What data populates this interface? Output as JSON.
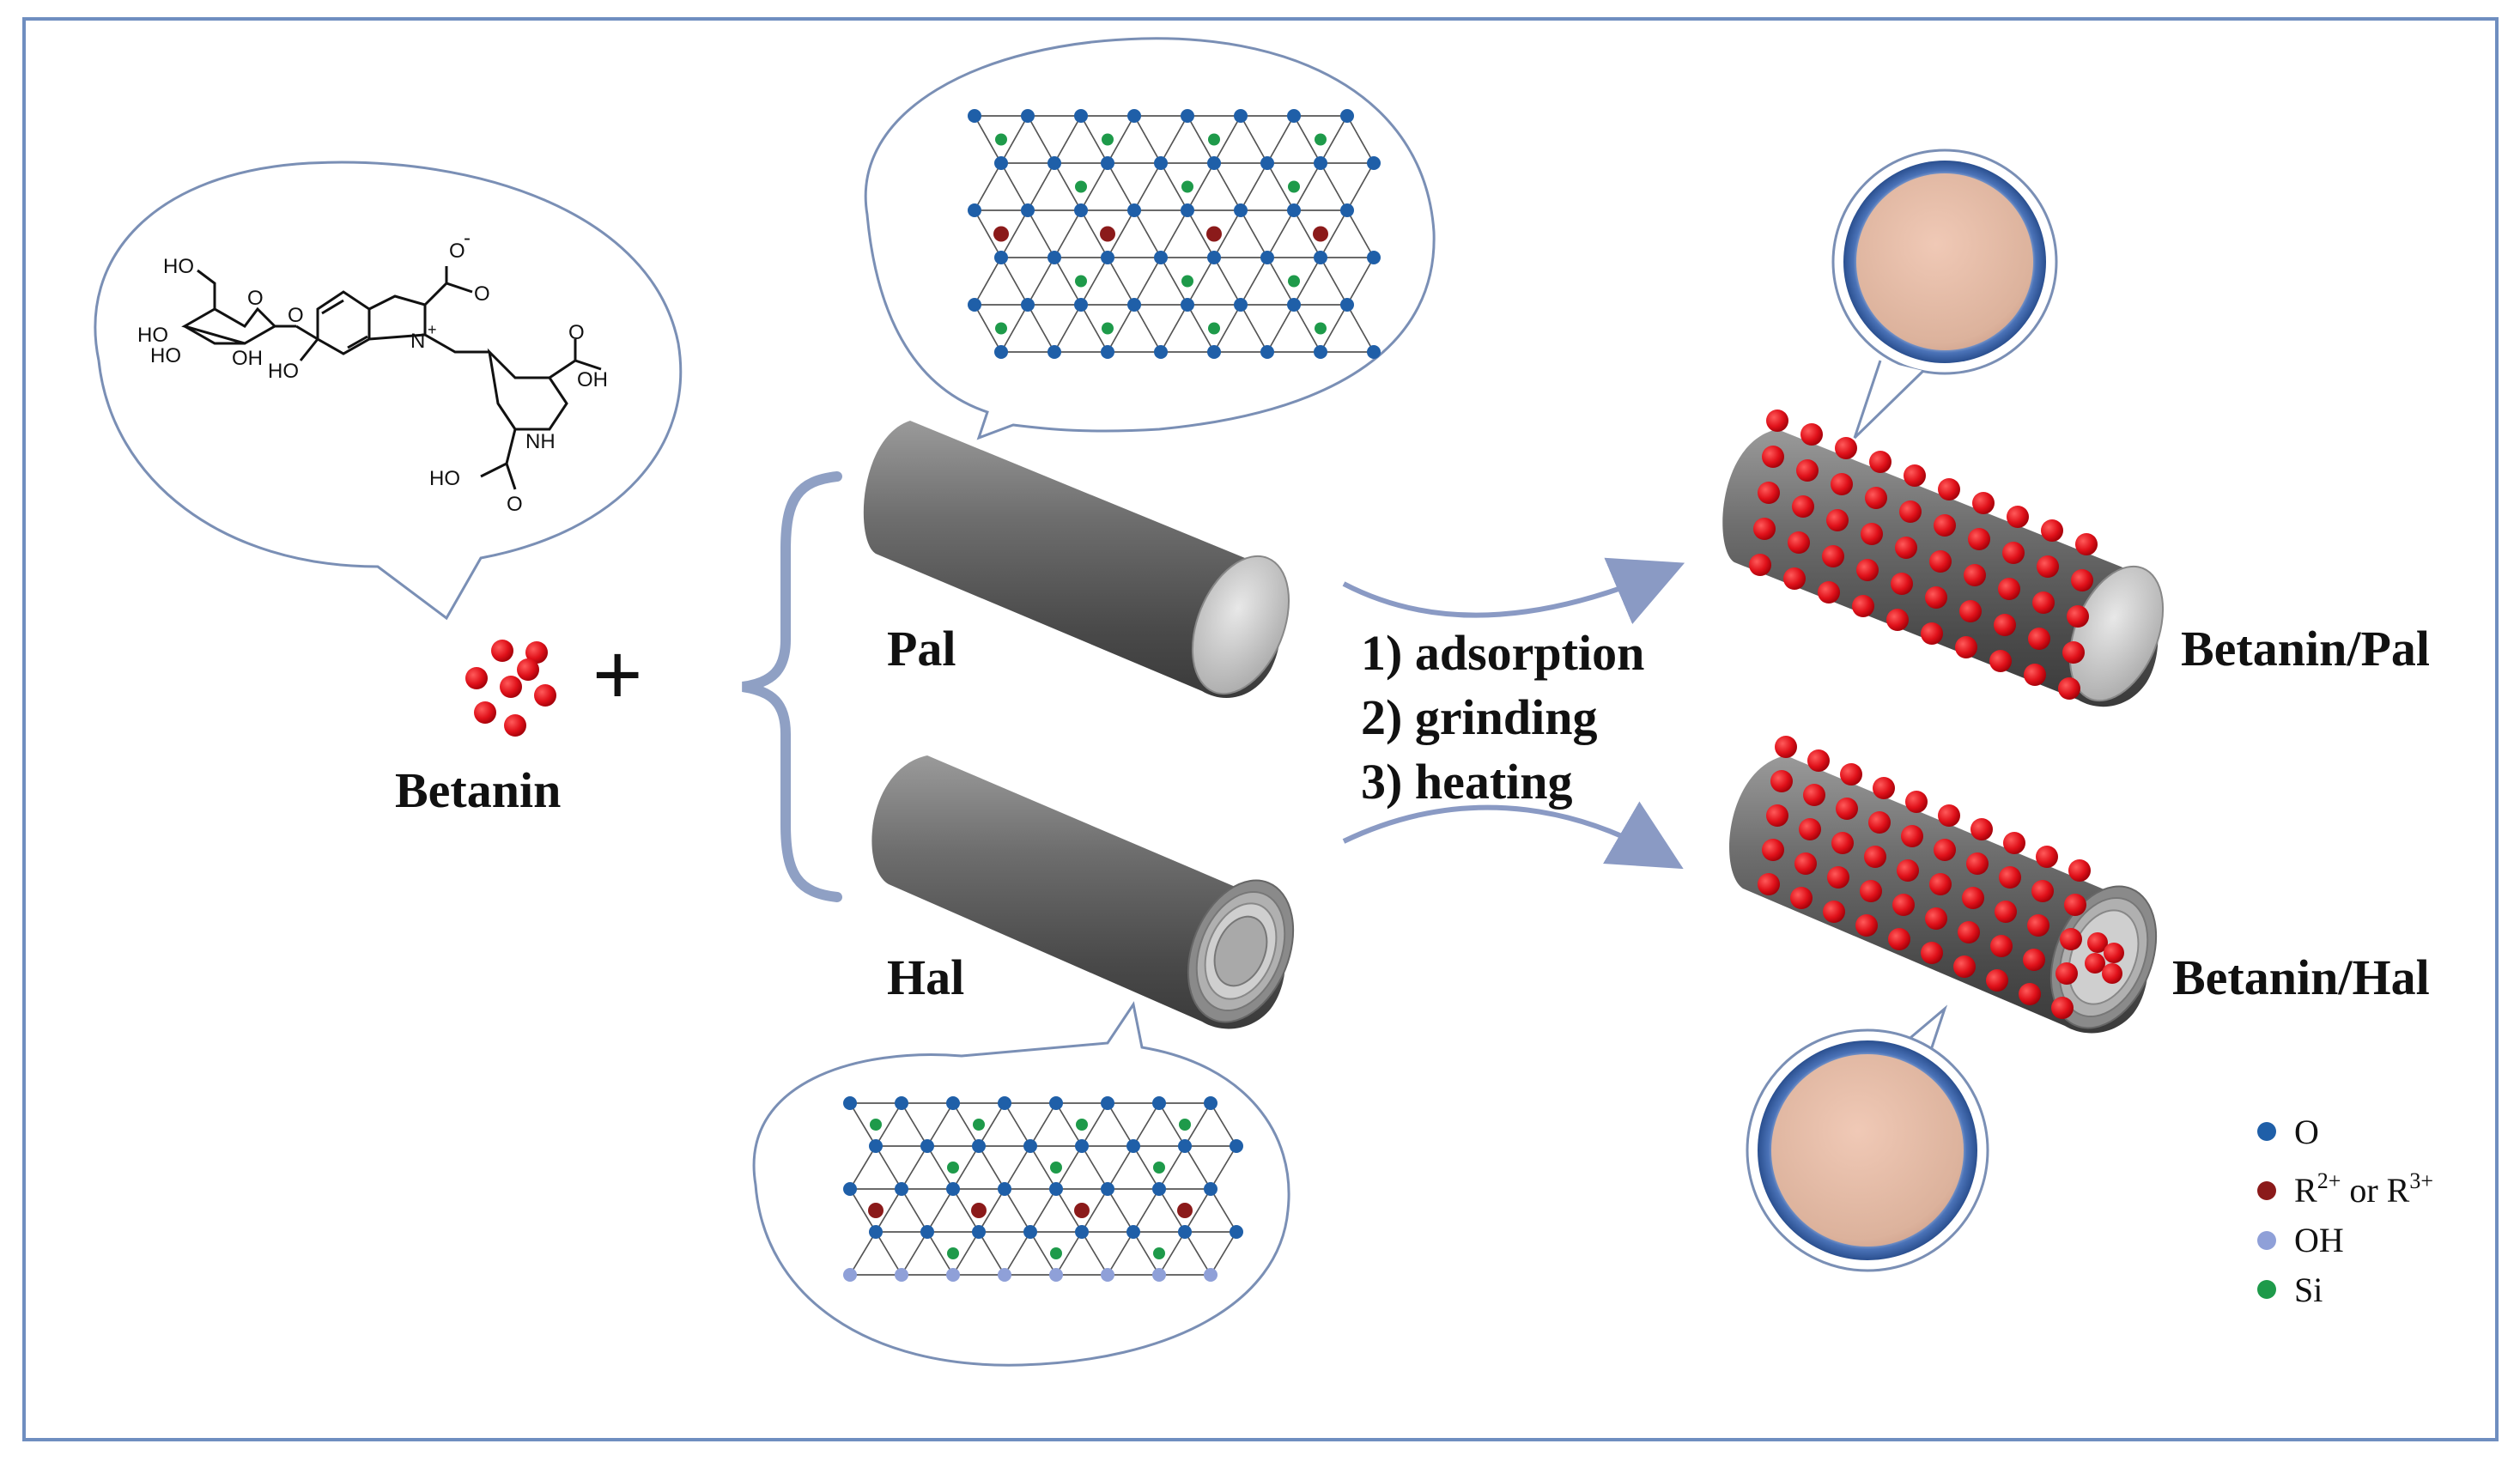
{
  "reactant": {
    "label": "Betanin",
    "plus": "+"
  },
  "molecule": {
    "labels": {
      "carboxylate": "O",
      "charge": "-",
      "ho1": "HO",
      "ho2": "HO",
      "ho3": "HO",
      "oh_sugar": "OH",
      "ho_ring": "HO",
      "ring_o": "O",
      "link_o": "O",
      "nplus": "N",
      "nplus_charge": "+",
      "nh": "NH",
      "oh_acid": "OH",
      "ho_acid": "HO",
      "o_top": "O",
      "o_right": "O",
      "o_bottom": "O"
    }
  },
  "clays": {
    "pal": {
      "label": "Pal"
    },
    "hal": {
      "label": "Hal"
    }
  },
  "process": {
    "steps": [
      "1) adsorption",
      "2) grinding",
      "3) heating"
    ]
  },
  "products": {
    "pal": {
      "label": "Betanin/Pal"
    },
    "hal": {
      "label": "Betanin/Hal"
    }
  },
  "legend": {
    "items": [
      {
        "label": "O",
        "color": "#1f5fa8"
      },
      {
        "label": "R",
        "sup1": "2+",
        "mid": " or R",
        "sup2": "3+",
        "color": "#8b1a1a"
      },
      {
        "label": "OH",
        "color": "#8fa0d8"
      },
      {
        "label": "Si",
        "color": "#1e9a4a"
      }
    ]
  },
  "colors": {
    "frame": "#6f8ec0",
    "brace": "#8fa0c4",
    "arrow": "#8a9ac4",
    "betanin_red": "#e0111a",
    "tube_dark": "#4f4f4f",
    "tube_light": "#a6a6a6",
    "powder": "#e2b9a5",
    "powder_rim": "#2f5fa0"
  }
}
